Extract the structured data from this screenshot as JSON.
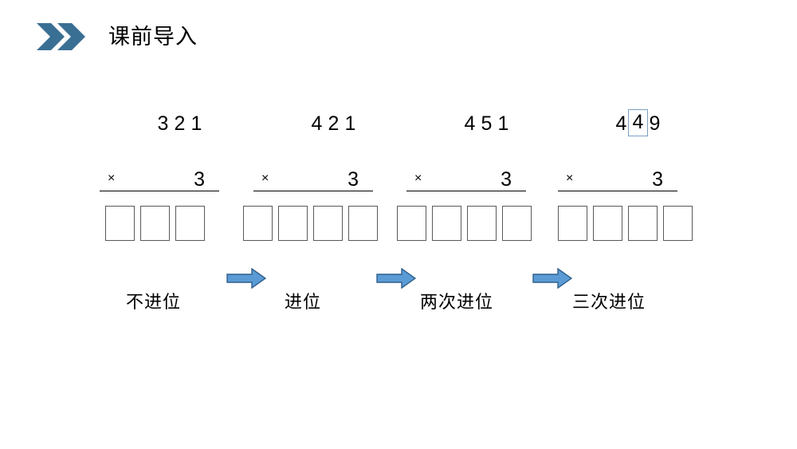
{
  "slide": {
    "background_color": "#ffffff",
    "header": {
      "title": "课前导入",
      "icon": "double-chevron-right-icon",
      "icon_color": "#3a6f94"
    },
    "accent_colors": {
      "arrow_fill": "#5b9bd5",
      "arrow_stroke": "#2e5f8a",
      "highlight_border": "#7a9ec4",
      "box_border": "#595959"
    },
    "problems": [
      {
        "id": "p1",
        "multiplicand_digits": [
          {
            "value": "3",
            "highlighted": false
          },
          {
            "value": "2",
            "highlighted": false
          },
          {
            "value": "1",
            "highlighted": false
          }
        ],
        "operator": "×",
        "multiplier": "3",
        "answer_box_count": 4,
        "visible_answer_boxes": 3,
        "caption": "不进位"
      },
      {
        "id": "p2",
        "multiplicand_digits": [
          {
            "value": "4",
            "highlighted": false
          },
          {
            "value": "2",
            "highlighted": false
          },
          {
            "value": "1",
            "highlighted": false
          }
        ],
        "operator": "×",
        "multiplier": "3",
        "answer_box_count": 4,
        "visible_answer_boxes": 4,
        "caption": "进位"
      },
      {
        "id": "p3",
        "multiplicand_digits": [
          {
            "value": "4",
            "highlighted": false
          },
          {
            "value": "5",
            "highlighted": false
          },
          {
            "value": "1",
            "highlighted": false
          }
        ],
        "operator": "×",
        "multiplier": "3",
        "answer_box_count": 4,
        "visible_answer_boxes": 4,
        "caption": "两次进位"
      },
      {
        "id": "p4",
        "multiplicand_digits": [
          {
            "value": "4",
            "highlighted": false
          },
          {
            "value": "4",
            "highlighted": true
          },
          {
            "value": "9",
            "highlighted": false
          }
        ],
        "operator": "×",
        "multiplier": "3",
        "answer_box_count": 4,
        "visible_answer_boxes": 4,
        "caption": "三次进位"
      }
    ],
    "arrows": [
      {
        "id": "a1",
        "direction": "right"
      },
      {
        "id": "a2",
        "direction": "right"
      },
      {
        "id": "a3",
        "direction": "right"
      }
    ]
  }
}
